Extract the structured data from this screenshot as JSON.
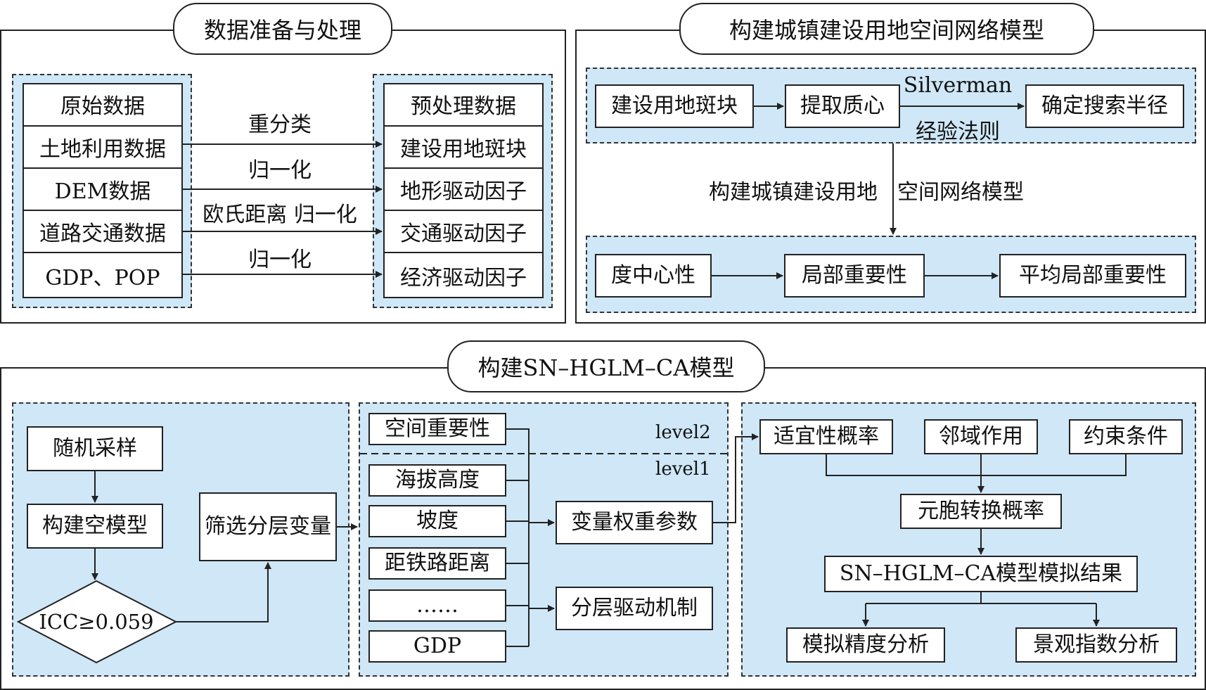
{
  "sections": {
    "data_prep": {
      "title": "数据准备与处理",
      "raw_header": "原始数据",
      "raw_items": [
        "土地利用数据",
        "DEM数据",
        "道路交通数据",
        "GDP、POP"
      ],
      "pre_header": "预处理数据",
      "pre_items": [
        "建设用地斑块",
        "地形驱动因子",
        "交通驱动因子",
        "经济驱动因子"
      ],
      "ops": [
        "重分类",
        "归一化",
        "欧氏距离 归一化",
        "归一化"
      ]
    },
    "network": {
      "title": "构建城镇建设用地空间网络模型",
      "top_row": [
        "建设用地斑块",
        "提取质心",
        "确定搜索半径"
      ],
      "method_top": "Silverman",
      "method_bottom": "经验法则",
      "mid_label_left": "构建城镇建设用地",
      "mid_label_right": "空间网络模型",
      "bottom_row": [
        "度中心性",
        "局部重要性",
        "平均局部重要性"
      ]
    },
    "model": {
      "title": "构建SN–HGLM–CA模型",
      "left": {
        "sampling": "随机采样",
        "null_model": "构建空模型",
        "icc": "ICC≥0.059",
        "screen": "筛选分层变量"
      },
      "level2_label": "level2",
      "level1_label": "level1",
      "level2_items": [
        "空间重要性"
      ],
      "level1_items": [
        "海拔高度",
        "坡度",
        "距铁路距离",
        "……",
        "GDP"
      ],
      "weights": "变量权重参数",
      "mechanism": "分层驱动机制",
      "right": {
        "factors": [
          "适宜性概率",
          "邻域作用",
          "约束条件"
        ],
        "transition": "元胞转换概率",
        "result": "SN–HGLM–CA模型模拟结果",
        "analyses": [
          "模拟精度分析",
          "景观指数分析"
        ]
      }
    }
  }
}
